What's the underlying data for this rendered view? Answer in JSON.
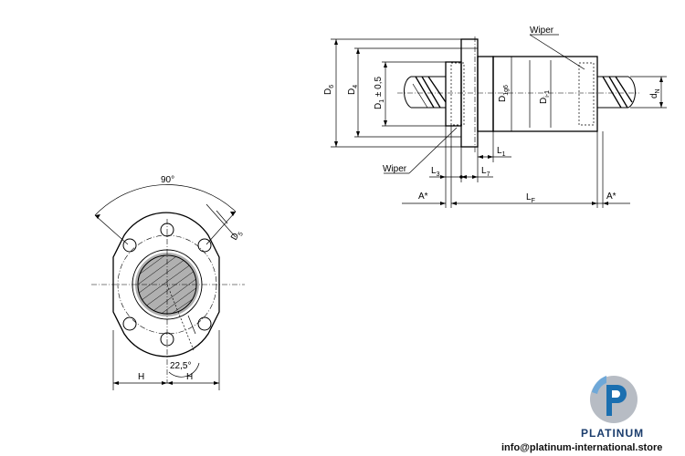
{
  "labels": {
    "wiper_top": "Wiper",
    "wiper_bottom": "Wiper",
    "d6": "D",
    "d6_sub": "6",
    "d4": "D",
    "d4_sub": "4",
    "d1": "D",
    "d1_sub": "1",
    "d1_tol": " ± 0,5",
    "d1g6": "D",
    "d1g6_sub": "1g6",
    "di1": "D",
    "di1_sub": "i-1",
    "dn": "d",
    "dn_sub": "N",
    "l1": "L",
    "l1_sub": "1",
    "l3": "L",
    "l3_sub": "3",
    "l7": "L",
    "l7_sub": "7",
    "lf": "L",
    "lf_sub": "F",
    "a_left": "A*",
    "a_right": "A*",
    "angle_90": "90°",
    "d5": "D",
    "d5_sub": "5",
    "angle_22": "22,5°",
    "h_left": "H",
    "h_right": "H"
  },
  "brand": {
    "name": "PLATINUM",
    "email": "info@platinum-international.store",
    "colors": {
      "blue": "#1b6fb0",
      "light": "#6fa8d8",
      "gray": "#b7bcc4",
      "navy": "#1b3d6d"
    }
  }
}
